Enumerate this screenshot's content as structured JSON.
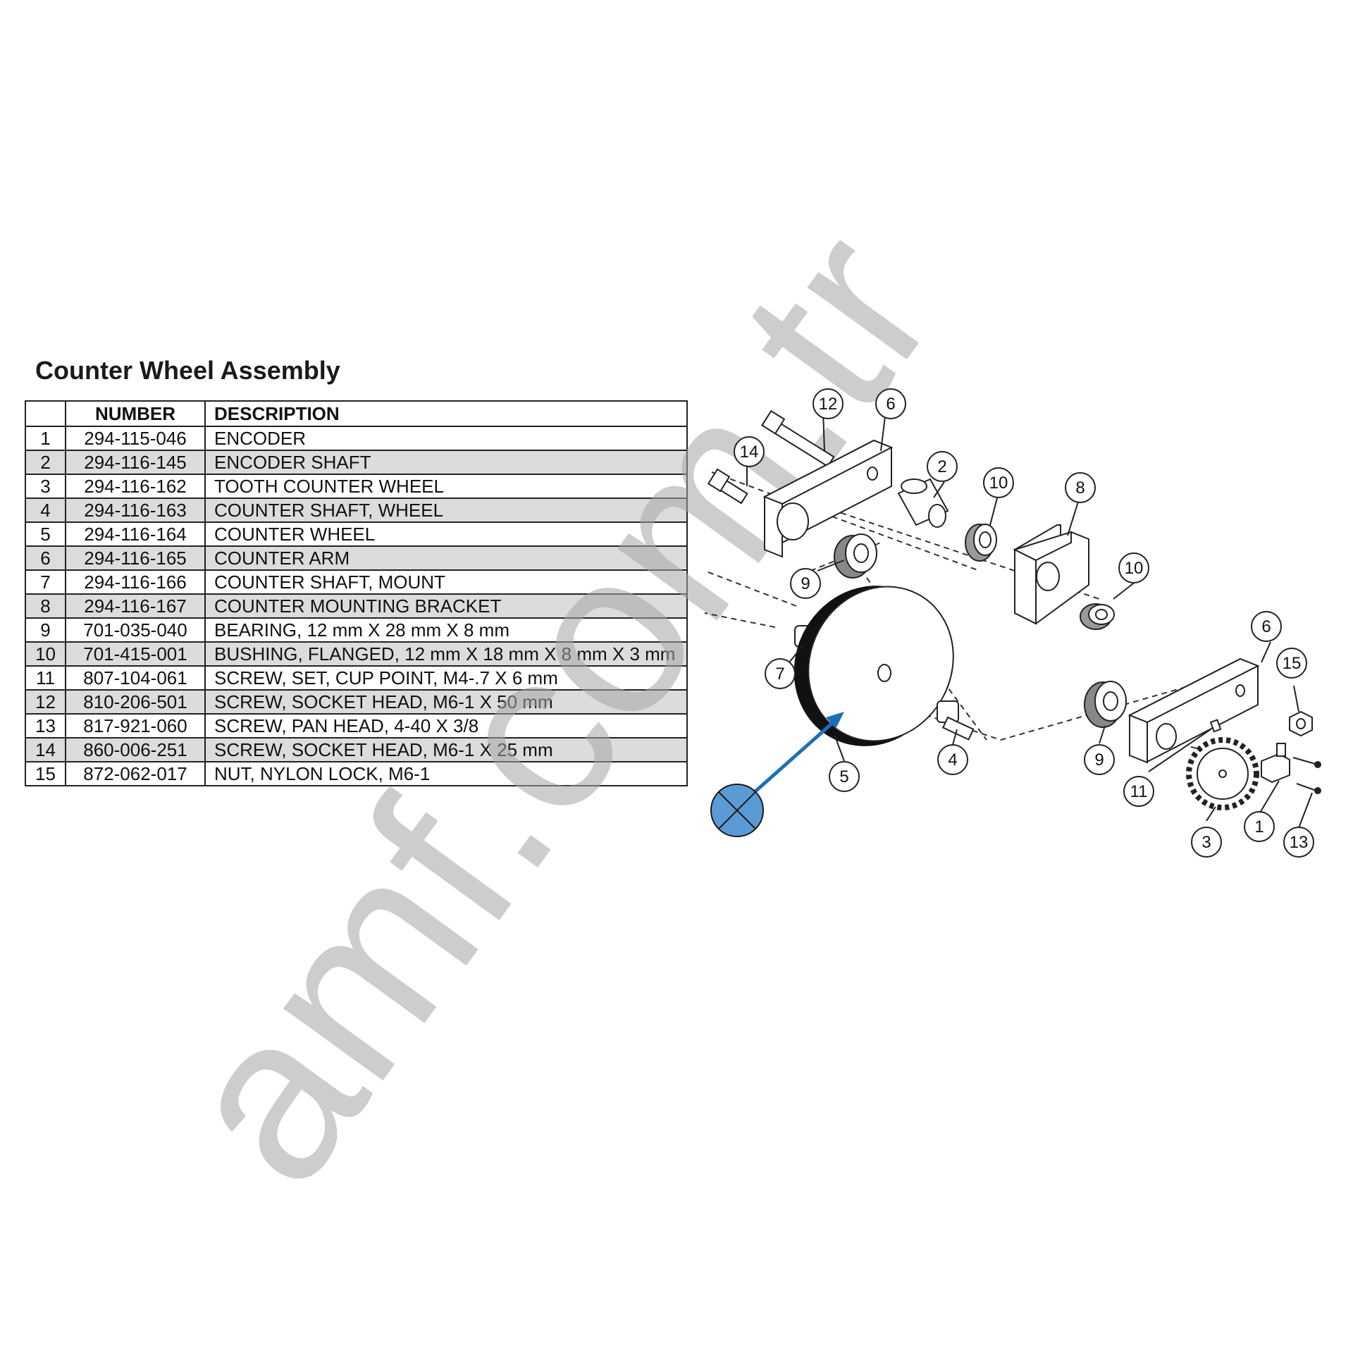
{
  "title": "Counter Wheel Assembly",
  "table": {
    "headers": [
      "",
      "NUMBER",
      "DESCRIPTION"
    ],
    "rows": [
      {
        "idx": "1",
        "number": "294-115-046",
        "description": "ENCODER"
      },
      {
        "idx": "2",
        "number": "294-116-145",
        "description": "ENCODER SHAFT"
      },
      {
        "idx": "3",
        "number": "294-116-162",
        "description": "TOOTH COUNTER WHEEL"
      },
      {
        "idx": "4",
        "number": "294-116-163",
        "description": "COUNTER SHAFT, WHEEL"
      },
      {
        "idx": "5",
        "number": "294-116-164",
        "description": "COUNTER WHEEL"
      },
      {
        "idx": "6",
        "number": "294-116-165",
        "description": "COUNTER ARM"
      },
      {
        "idx": "7",
        "number": "294-116-166",
        "description": "COUNTER SHAFT, MOUNT"
      },
      {
        "idx": "8",
        "number": "294-116-167",
        "description": "COUNTER MOUNTING BRACKET"
      },
      {
        "idx": "9",
        "number": "701-035-040",
        "description": "BEARING, 12 mm X 28 mm X 8 mm"
      },
      {
        "idx": "10",
        "number": "701-415-001",
        "description": "BUSHING, FLANGED, 12 mm X 18 mm X 8 mm X 3 mm"
      },
      {
        "idx": "11",
        "number": "807-104-061",
        "description": "SCREW, SET, CUP POINT, M4-.7 X 6 mm"
      },
      {
        "idx": "12",
        "number": "810-206-501",
        "description": "SCREW, SOCKET HEAD, M6-1 X 50 mm"
      },
      {
        "idx": "13",
        "number": "817-921-060",
        "description": "SCREW, PAN HEAD, 4-40 X 3/8"
      },
      {
        "idx": "14",
        "number": "860-006-251",
        "description": "SCREW, SOCKET HEAD, M6-1 X 25 mm"
      },
      {
        "idx": "15",
        "number": "872-062-017",
        "description": "NUT, NYLON LOCK, M6-1"
      }
    ]
  },
  "callouts": [
    "12",
    "6",
    "14",
    "2",
    "10",
    "8",
    "9",
    "10",
    "7",
    "6",
    "15",
    "4",
    "5",
    "9",
    "11",
    "3",
    "1",
    "13"
  ],
  "watermark": "amf.com.tr",
  "colors": {
    "marker": "#5b9bd5",
    "arrow": "#1f6fb8",
    "watermark": "#a6a6a6"
  },
  "marker_icon": "cross-circle-icon"
}
